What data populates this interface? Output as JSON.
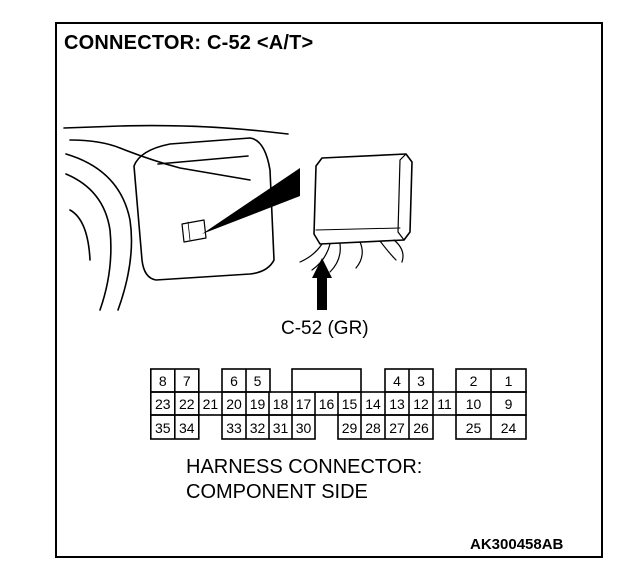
{
  "title": "CONNECTOR: C-52 <A/T>",
  "connector_label": "C-52 (GR)",
  "harness_line1": "HARNESS CONNECTOR:",
  "harness_line2": "COMPONENT SIDE",
  "ref_code": "AK300458AB",
  "pins": {
    "top": [
      "8",
      "7",
      "6",
      "5",
      "4",
      "3",
      "2",
      "1"
    ],
    "middle": [
      "23",
      "22",
      "21",
      "20",
      "19",
      "18",
      "17",
      "16",
      "15",
      "14",
      "13",
      "12",
      "11",
      "10",
      "9"
    ],
    "bottom": [
      "35",
      "34",
      "33",
      "32",
      "31",
      "30",
      "29",
      "28",
      "27",
      "26",
      "25",
      "24"
    ]
  }
}
